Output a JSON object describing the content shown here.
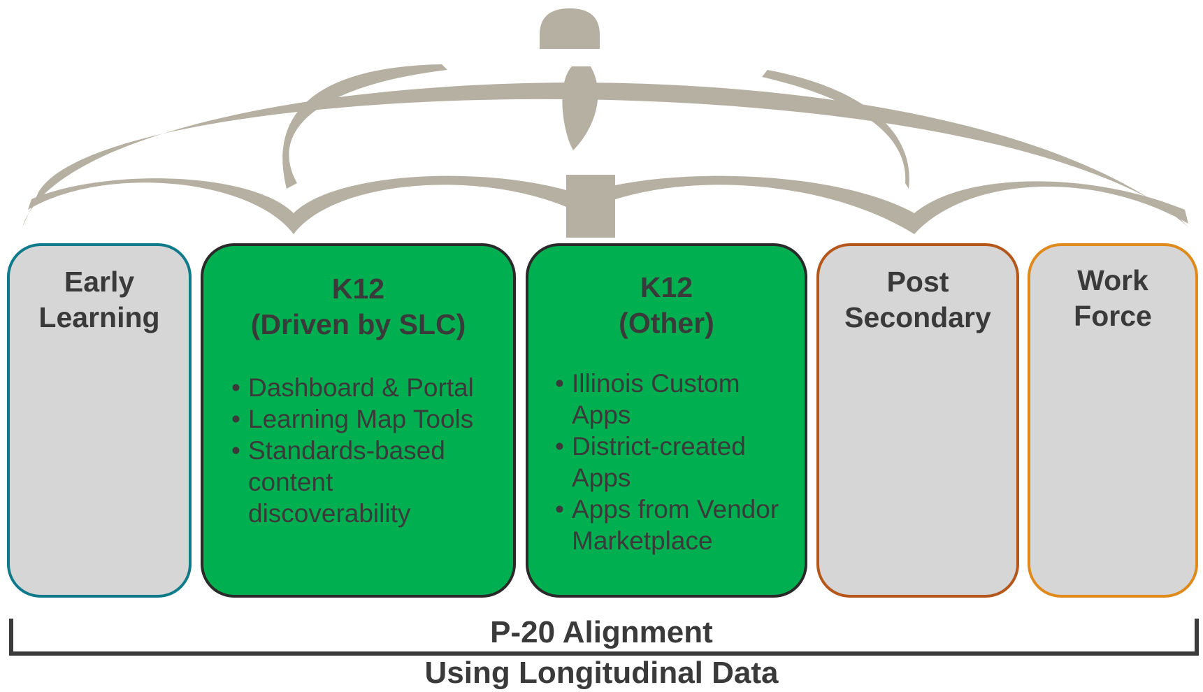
{
  "colors": {
    "umbrella": "#b5b0a1",
    "gray_box_fill": "#d6d6d6",
    "green_box_fill": "#00b050",
    "early_learning_border": "#0e7a8a",
    "post_secondary_border": "#b5561a",
    "work_force_border": "#e08a1c",
    "k12_border": "#2a2a2a",
    "text": "#3a3a3a"
  },
  "boxes": {
    "early_learning": {
      "title_line1": "Early",
      "title_line2": "Learning"
    },
    "k12_slc": {
      "title_line1": "K12",
      "title_line2": "(Driven by SLC)",
      "bullets": [
        "Dashboard & Portal",
        "Learning Map Tools",
        "Standards-based content discoverability"
      ]
    },
    "k12_other": {
      "title_line1": "K12",
      "title_line2": "(Other)",
      "bullets": [
        "Illinois Custom Apps",
        "District-created Apps",
        "Apps from Vendor Marketplace"
      ]
    },
    "post_secondary": {
      "title_line1": "Post",
      "title_line2": "Secondary"
    },
    "work_force": {
      "title_line1": "Work",
      "title_line2": "Force"
    }
  },
  "footer": {
    "line1": "P-20 Alignment",
    "line2": "Using Longitudinal Data"
  }
}
